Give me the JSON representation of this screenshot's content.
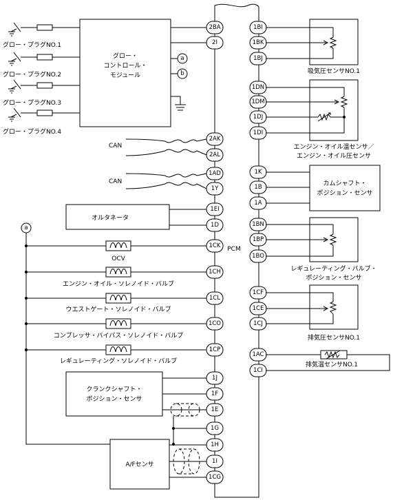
{
  "pcm_label": "PCM",
  "glow_plugs": [
    "グロー・プラグNO.1",
    "グロー・プラグNO.2",
    "グロー・プラグNO.3",
    "グロー・プラグNO.4"
  ],
  "glow_module": [
    "グロー・",
    "コントロール・",
    "モジュール"
  ],
  "ref_a": "a",
  "ref_b": "b",
  "can_label": "CAN",
  "alternator": "オルタネータ",
  "solenoids": [
    "OCV",
    "エンジン・オイル・ソレノイド・バルブ",
    "ウエストゲート・ソレノイド・バルブ",
    "コンプレッサ・バイパス・ソレノイド・バルブ",
    "レギュレーティング・ソレノイド・バルブ"
  ],
  "crank_sensor": [
    "クランクシャフト・",
    "ポジション・センサ"
  ],
  "af_sensor": "A/Fセンサ",
  "left_pins": [
    "2BA",
    "2I",
    "2AK",
    "2AL",
    "1AD",
    "1Y",
    "1EI",
    "1D",
    "1CK",
    "1CH",
    "1CL",
    "1CO",
    "1CP",
    "1J",
    "1F",
    "1E",
    "1G",
    "1H",
    "1I",
    "1CG"
  ],
  "right_pins": [
    "1BI",
    "1BK",
    "1BJ",
    "1DN",
    "1DM",
    "1DJ",
    "1DI",
    "1K",
    "1B",
    "1A",
    "1BN",
    "1BP",
    "1BO",
    "1CF",
    "1CE",
    "1CJ",
    "1AC",
    "1CI"
  ],
  "sensors": {
    "intake_pressure": "吸気圧センサNO.1",
    "oil_temp": [
      "エンジン・オイル温センサ／",
      "エンジン・オイル圧センサ"
    ],
    "cam_sensor": [
      "カムシャフト・",
      "ポジション・センサ"
    ],
    "reg_valve_sensor": [
      "レギュレーティング・バルブ・",
      "ポジション・センサ"
    ],
    "exhaust_pressure": "排気圧センサNO.1",
    "exhaust_temp": "排気温センサNO.1"
  }
}
